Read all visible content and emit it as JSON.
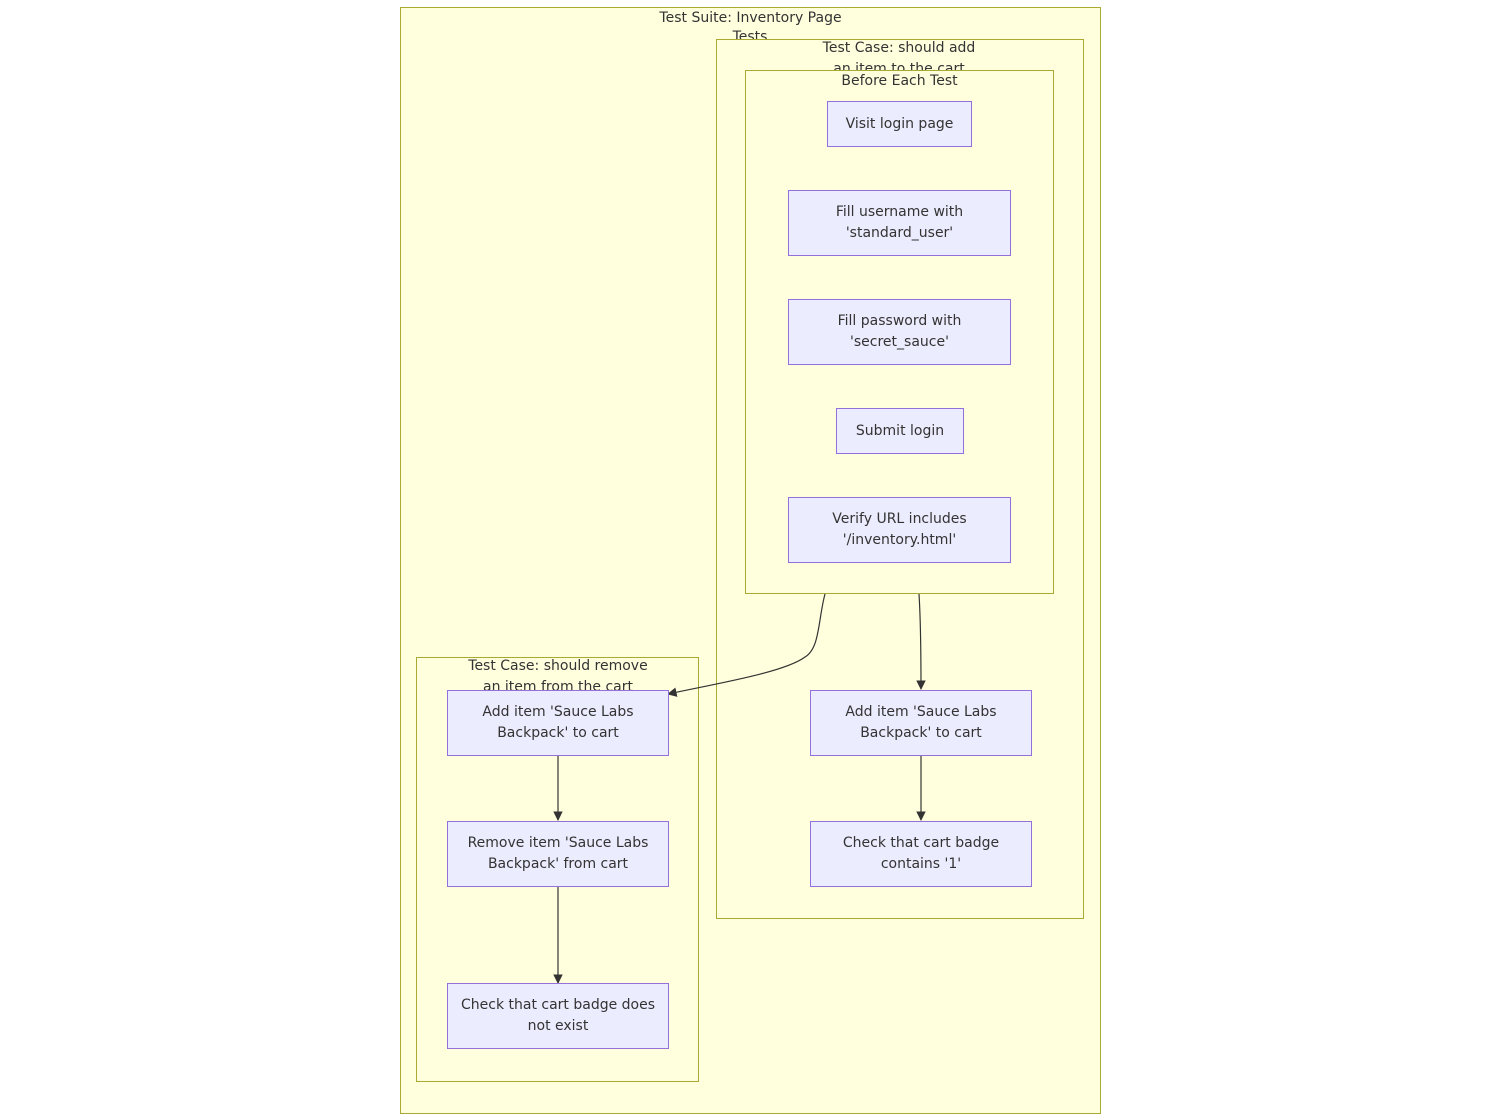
{
  "clusters": {
    "suite": {
      "title": "Test Suite: Inventory Page"
    },
    "tests": {
      "title": "Tests"
    },
    "add_case": {
      "title": "Test Case: should add an item to the cart"
    },
    "before_each": {
      "title": "Before Each Test"
    },
    "remove_case": {
      "title": "Test Case: should remove an item from the cart"
    }
  },
  "nodes": {
    "visit_login": "Visit login page",
    "fill_username": "Fill username with 'standard_user'",
    "fill_password": "Fill password with 'secret_sauce'",
    "submit_login": "Submit login",
    "verify_url": "Verify URL includes '/inventory.html'",
    "add_item_right": "Add item 'Sauce Labs Backpack' to cart",
    "check_badge_1": "Check that cart badge contains '1'",
    "add_item_left": "Add item 'Sauce Labs Backpack' to cart",
    "remove_item": "Remove item 'Sauce Labs Backpack' from cart",
    "check_badge_none": "Check that cart badge does not exist"
  },
  "colors": {
    "cluster_fill": "#ffffde",
    "cluster_stroke": "#aaaa33",
    "node_fill": "#ececff",
    "node_stroke": "#9370db",
    "edge": "#333333"
  }
}
